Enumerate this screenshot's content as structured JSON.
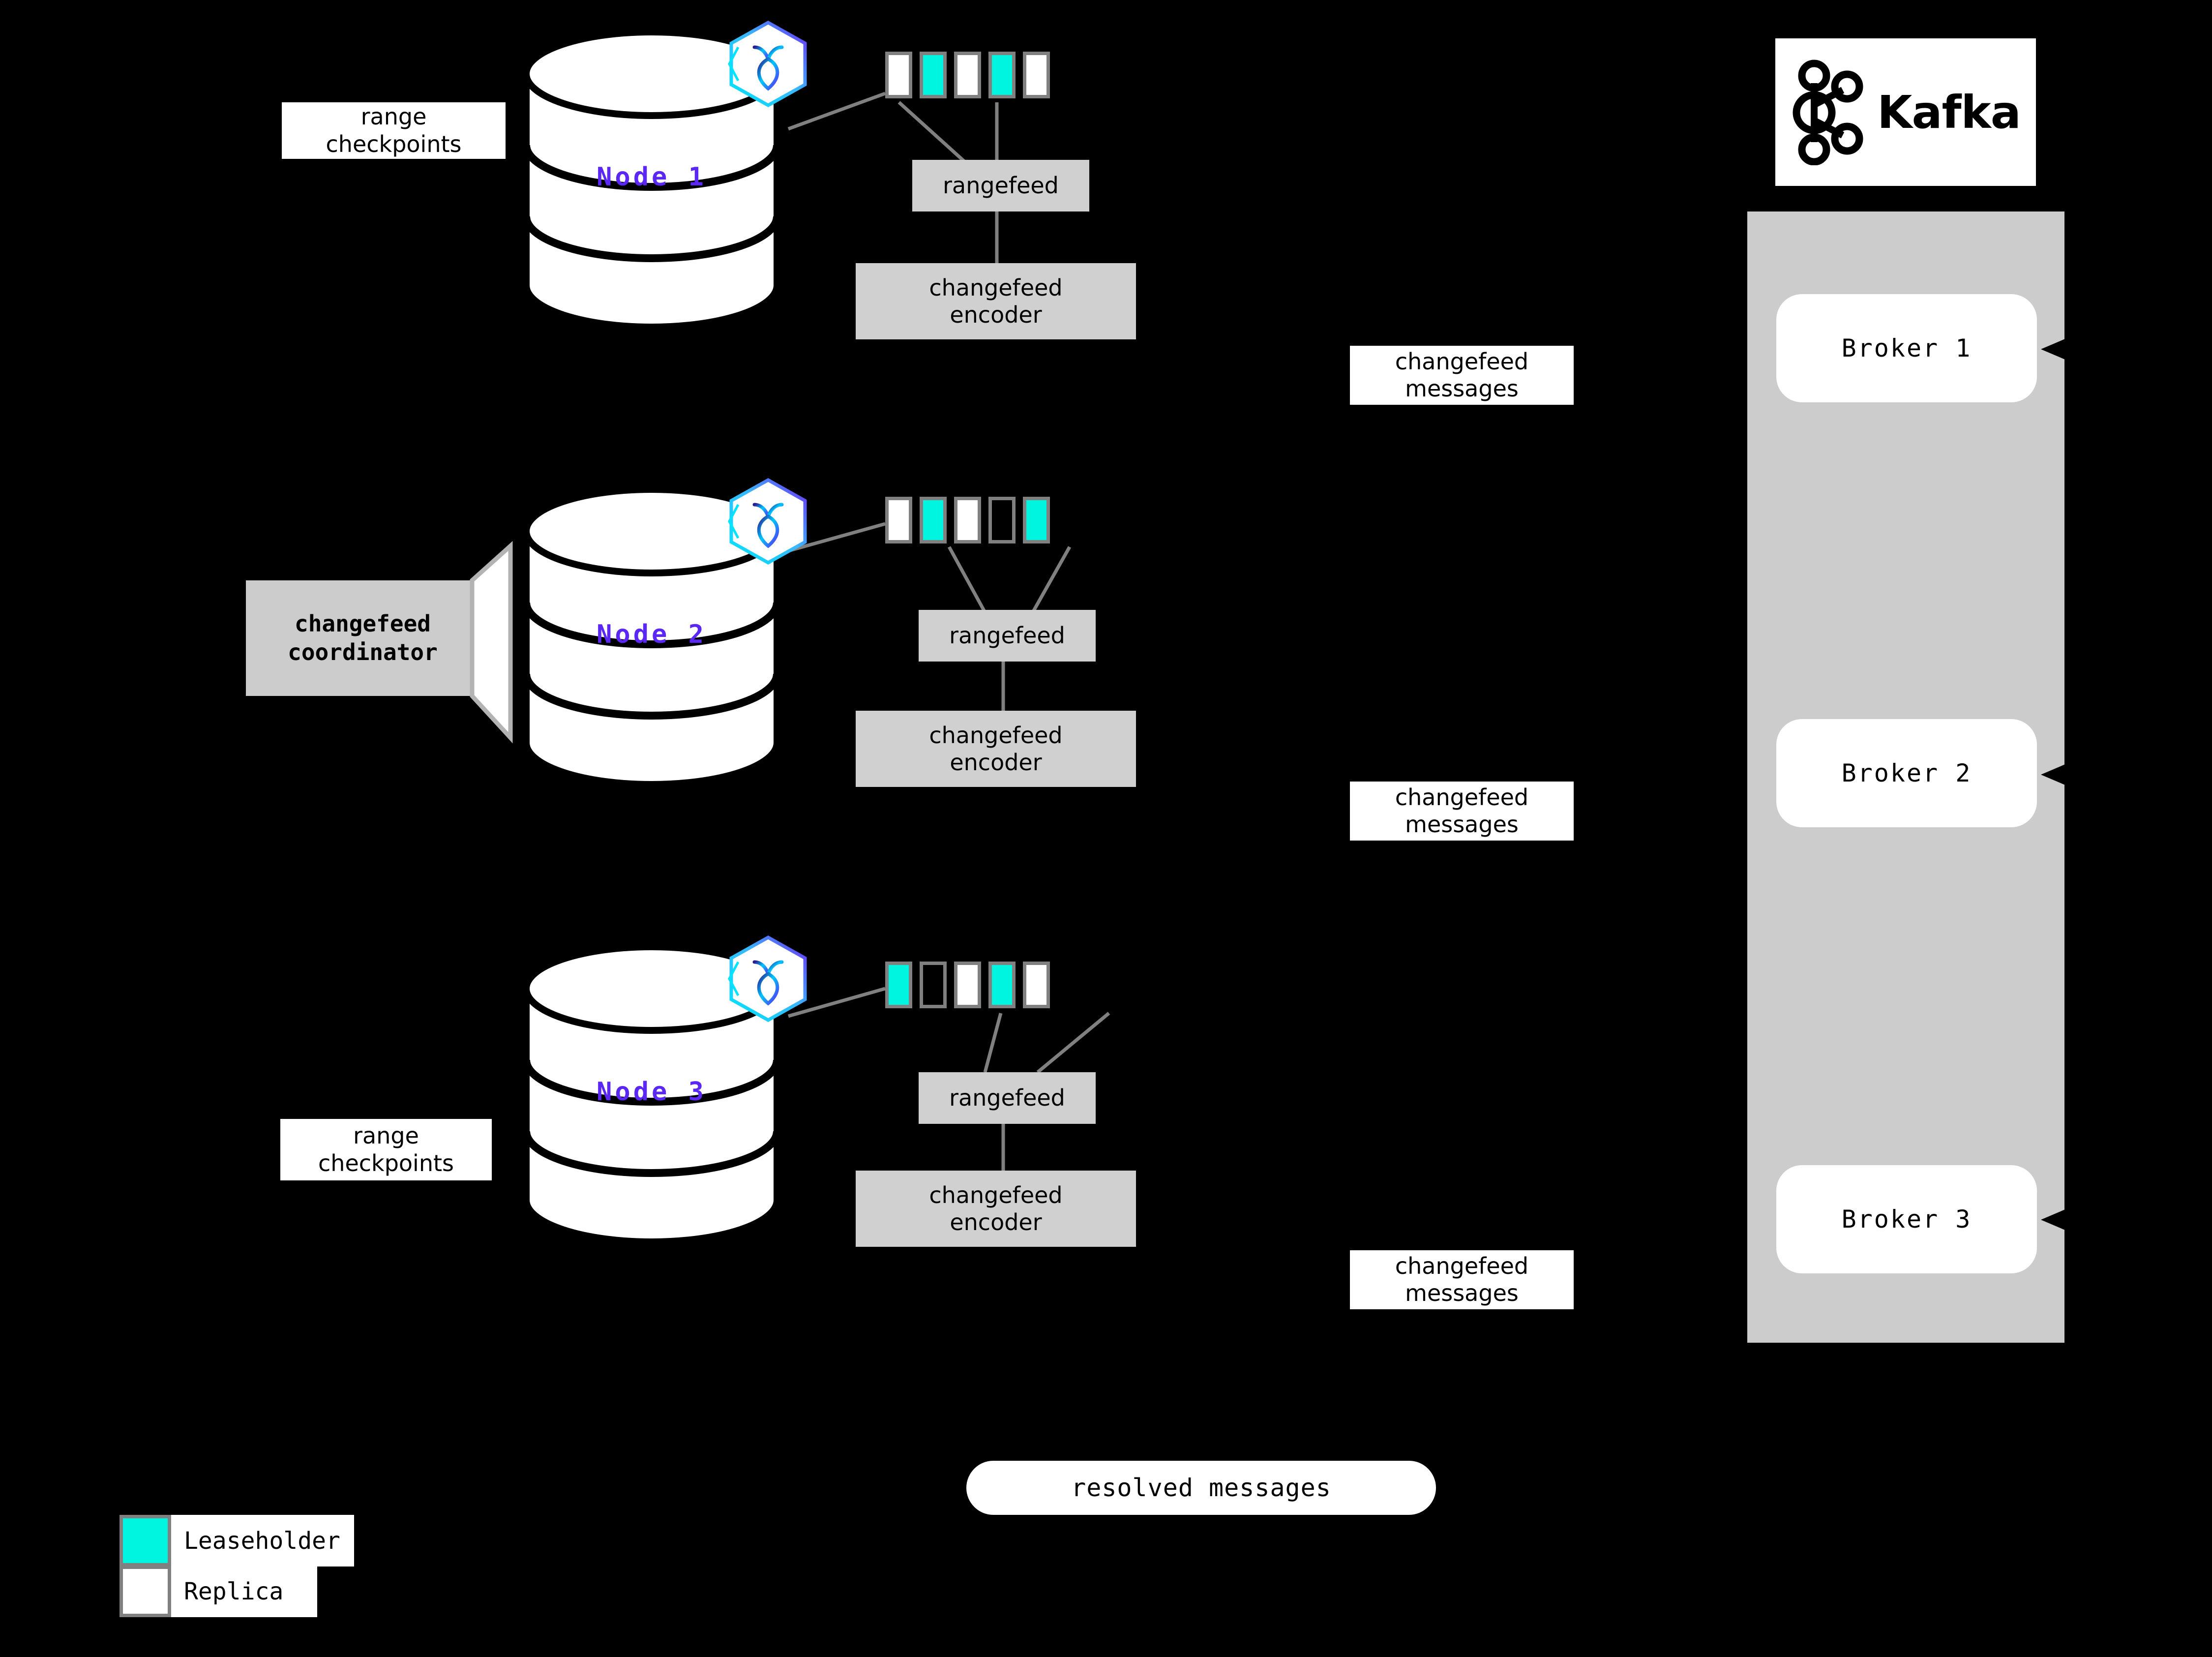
{
  "diagram": {
    "title": "CockroachDB changefeed to Kafka architecture",
    "background_color": "#000000",
    "accent_leaseholder_color": "#00F5E0",
    "accent_node_label_color": "#5B27F4",
    "box_gray": "#D0D0D0",
    "panel_gray": "#CCCCCC",
    "wire_color": "#808080"
  },
  "nodes": [
    {
      "id": "node-1",
      "label": "Node 1",
      "replicas": [
        {
          "kind": "replica"
        },
        {
          "kind": "leaseholder"
        },
        {
          "kind": "replica"
        },
        {
          "kind": "leaseholder"
        },
        {
          "kind": "replica"
        }
      ],
      "rangefeed_label": "rangefeed",
      "encoder_label": "changefeed\nencoder",
      "side_label": "range\ncheckpoints"
    },
    {
      "id": "node-2",
      "label": "Node 2",
      "replicas": [
        {
          "kind": "replica"
        },
        {
          "kind": "leaseholder"
        },
        {
          "kind": "replica"
        },
        {
          "kind": "empty"
        },
        {
          "kind": "leaseholder"
        }
      ],
      "rangefeed_label": "rangefeed",
      "encoder_label": "changefeed\nencoder",
      "side_label": "changefeed\ncoordinator"
    },
    {
      "id": "node-3",
      "label": "Node 3",
      "replicas": [
        {
          "kind": "leaseholder"
        },
        {
          "kind": "empty"
        },
        {
          "kind": "replica"
        },
        {
          "kind": "leaseholder"
        },
        {
          "kind": "replica"
        }
      ],
      "rangefeed_label": "rangefeed",
      "encoder_label": "changefeed\nencoder",
      "side_label": "range\ncheckpoints"
    }
  ],
  "flow_labels": [
    {
      "id": "changefeed-messages-1",
      "text": "changefeed\nmessages"
    },
    {
      "id": "changefeed-messages-2",
      "text": "changefeed\nmessages"
    },
    {
      "id": "changefeed-messages-3",
      "text": "changefeed\nmessages"
    }
  ],
  "resolved_messages": {
    "label": "resolved messages"
  },
  "kafka": {
    "wordmark": "Kafka",
    "logo_icon": "kafka-nodes-icon",
    "brokers": [
      {
        "label": "Broker 1"
      },
      {
        "label": "Broker 2"
      },
      {
        "label": "Broker 3"
      }
    ]
  },
  "legend": {
    "items": [
      {
        "swatch": "leaseholder",
        "label": "Leaseholder"
      },
      {
        "swatch": "replica",
        "label": "Replica"
      }
    ]
  }
}
